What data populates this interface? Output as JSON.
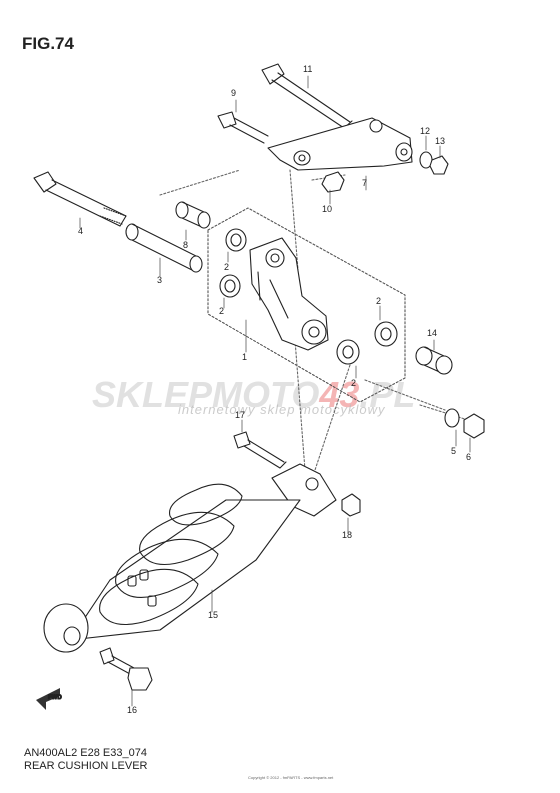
{
  "figure": {
    "title": "FIG.74",
    "model_code": "AN400AL2 E28 E33_074",
    "caption": "REAR CUSHION LEVER",
    "footer_note": "Copyright © 2012 - fmPARTS - www.fmparts.net"
  },
  "watermark": {
    "brand_prefix": "SKLEPMOTO",
    "brand_highlight": "43",
    "brand_suffix": ".PL",
    "tagline": "internetowy sklep motocyklowy"
  },
  "direction_marker": "FWD",
  "callouts": {
    "c1": "1",
    "c2a": "2",
    "c2b": "2",
    "c2c": "2",
    "c2d": "2",
    "c3": "3",
    "c4": "4",
    "c5": "5",
    "c6": "6",
    "c7": "7",
    "c8": "8",
    "c9": "9",
    "c10": "10",
    "c11": "11",
    "c12": "12",
    "c13": "13",
    "c14": "14",
    "c15": "15",
    "c16": "16",
    "c17": "17",
    "c18": "18"
  }
}
